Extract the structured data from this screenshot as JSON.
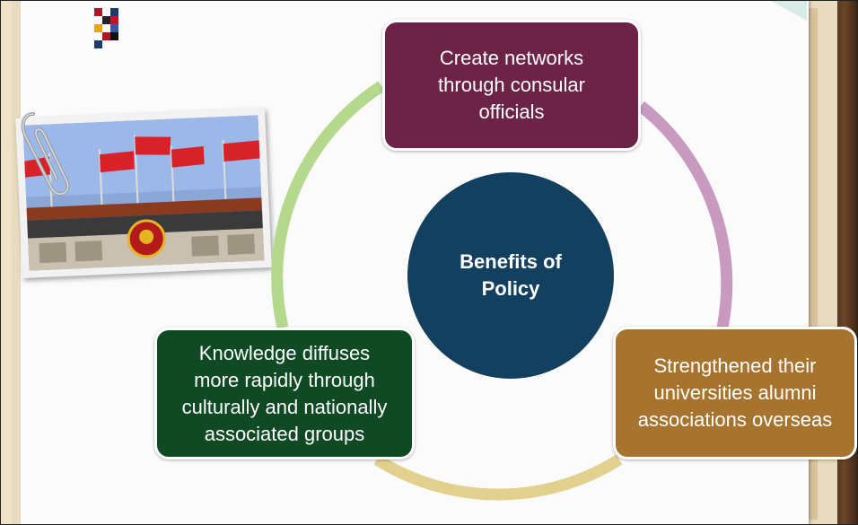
{
  "diagram": {
    "center": {
      "line1": "Benefits of",
      "line2": "Policy"
    },
    "nodes": [
      {
        "id": "top",
        "lines": [
          "Create networks",
          "through consular",
          "officials"
        ]
      },
      {
        "id": "right",
        "lines": [
          "Strengthened their",
          "universities alumni",
          "associations overseas"
        ]
      },
      {
        "id": "left",
        "lines": [
          "Knowledge diffuses",
          "more rapidly through",
          "culturally and nationally",
          "associated groups"
        ]
      }
    ]
  },
  "colors": {
    "top_box": "#6c2347",
    "right_box": "#a7742f",
    "left_box": "#0f4a25",
    "center_circle": "#14405f",
    "ring_pink": "#c99ac0",
    "ring_green": "#b4d98c",
    "ring_yellow": "#e2d08e"
  },
  "decorations": {
    "photo_icon": "flags-photo-icon",
    "clip_icon": "paperclip-icon",
    "logo_icon": "logo-mosaic-icon"
  }
}
